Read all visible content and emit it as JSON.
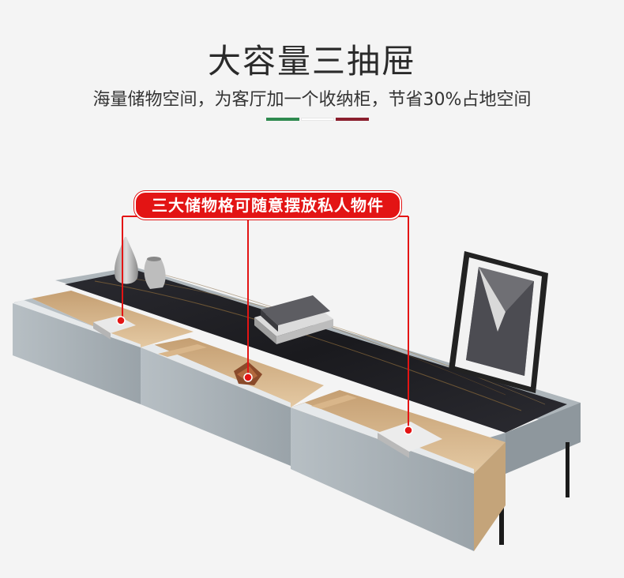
{
  "heading": {
    "title": "大容量三抽屉",
    "subtitle": "海量储物空间，为客厅加一个收纳柜，节省30%占地空间"
  },
  "callout": {
    "text": "三大储物格可随意摆放私人物件"
  },
  "colors": {
    "accent_red": "#e31414",
    "flag_green": "#2f8a4f",
    "flag_white": "#ffffff",
    "flag_red": "#8b1f2e",
    "cabinet_gray": "#a9b1b6",
    "top_black": "#1e1e22",
    "wood": "#d8b68c"
  }
}
